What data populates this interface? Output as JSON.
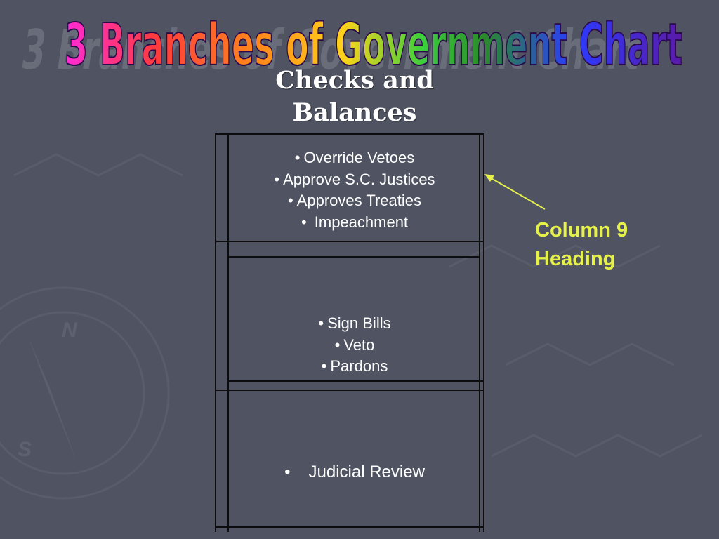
{
  "title": "3 Branches of Government Chart",
  "subtitle": "Checks and Balances",
  "cells": [
    {
      "items": [
        "Override Vetoes",
        "Approve S.C. Justices",
        "Approves Treaties",
        " Impeachment"
      ]
    },
    {
      "items": [
        "Sign Bills",
        "Veto",
        "Pardons"
      ]
    },
    {
      "items": [
        "Judicial Review"
      ]
    }
  ],
  "bullet": "•",
  "annotation": {
    "line1": "Column 9",
    "line2": "Heading"
  },
  "colors": {
    "background": "#505462",
    "annotation": "#e6f24a",
    "arrow": "#e6f24a",
    "title_gradient": [
      "#ff2bd6",
      "#ff3b3b",
      "#ff8c1a",
      "#ffd21a",
      "#3ccf3c",
      "#2a8a2a",
      "#2a3cff",
      "#5a1aa8"
    ]
  }
}
